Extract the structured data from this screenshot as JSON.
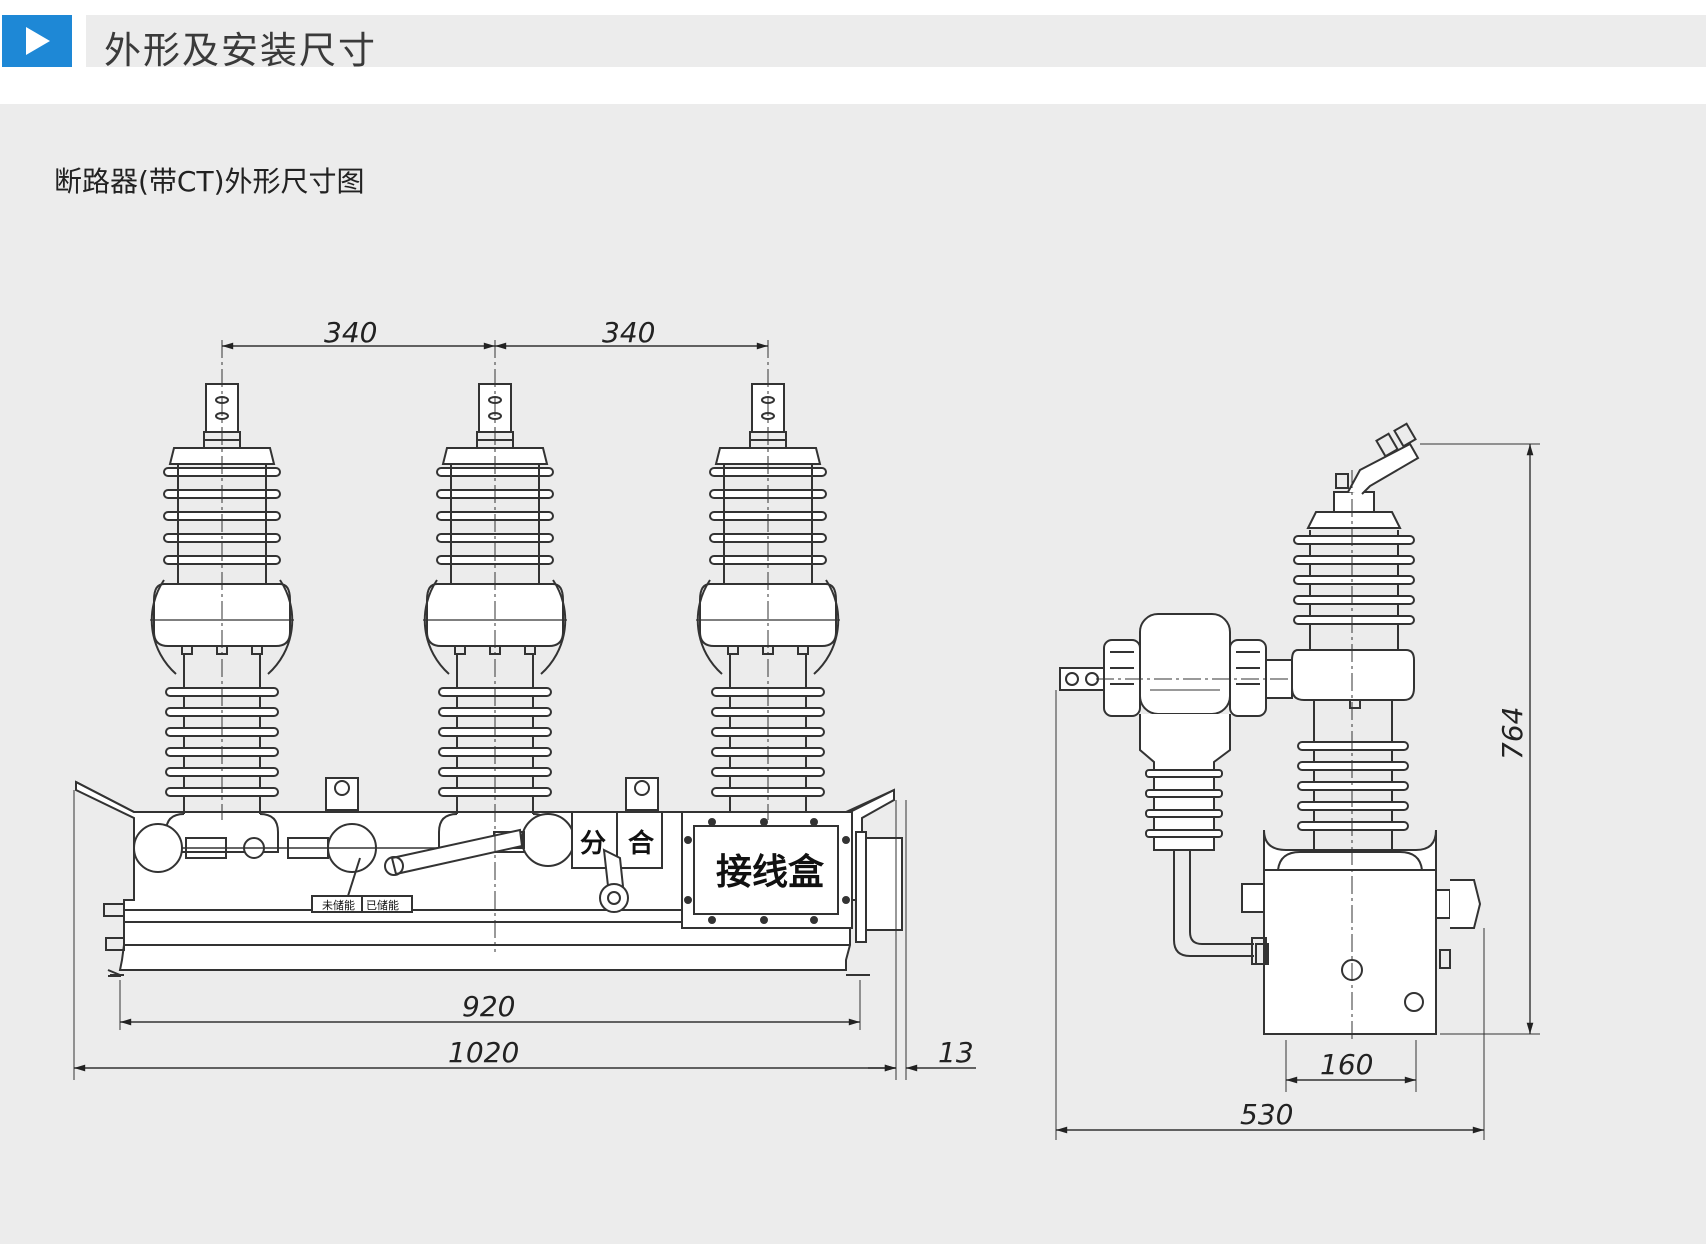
{
  "section": {
    "title": "外形及安装尺寸",
    "accent_color": "#1e88d6",
    "icon": "play-triangle-icon"
  },
  "drawing": {
    "caption": "断路器(带CT)外形尺寸图",
    "front_view": {
      "dim_pitch_left": "340",
      "dim_pitch_right": "340",
      "dim_base": "920",
      "dim_overall": "1020",
      "dim_offset": "13",
      "label_open": "分",
      "label_close": "合",
      "label_junction_box": "接线盒",
      "label_not_charged": "未储能",
      "label_charged": "已储能"
    },
    "side_view": {
      "dim_height": "764",
      "dim_mount": "160",
      "dim_depth": "530"
    }
  }
}
